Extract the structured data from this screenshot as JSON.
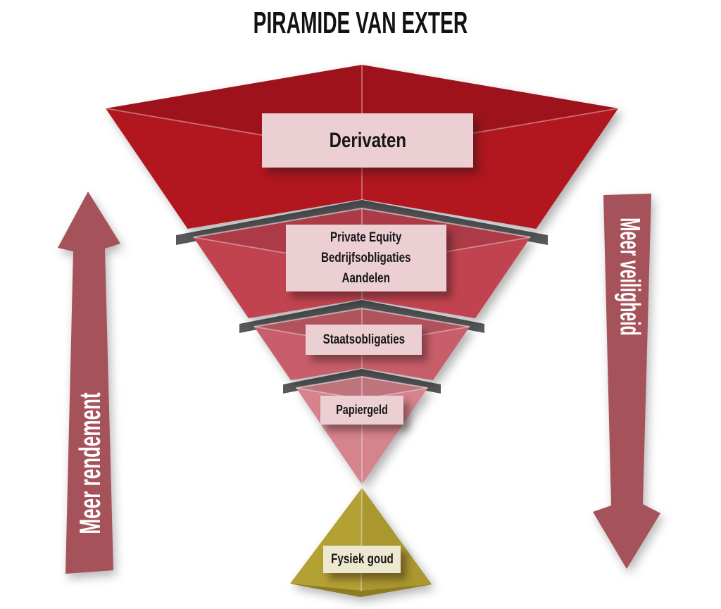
{
  "title": "PIRAMIDE VAN EXTER",
  "pyramid": {
    "layers": [
      {
        "name": "Derivaten",
        "color": "#B2161F"
      },
      {
        "name": "Private Equity / Bedrijfsobligaties / Aandelen",
        "lines": [
          "Private Equity",
          "Bedrijfsobligaties",
          "Aandelen"
        ],
        "color": "#C24350"
      },
      {
        "name": "Staatsobligaties",
        "color": "#C75E69"
      },
      {
        "name": "Papiergeld",
        "color": "#D5838D"
      },
      {
        "name": "Fysiek goud",
        "color": "#B3A134"
      }
    ],
    "separator_color": "#57585A",
    "label_box_color": "#ECCFD3",
    "gold_box_color": "#EEE8D1",
    "gold_right_face_color": "#AA972E",
    "gold_underside_color": "#8E7B22"
  },
  "arrows": {
    "left_label": "Meer rendement",
    "right_label": "Meer veiligheid",
    "color": "#A6525A"
  }
}
